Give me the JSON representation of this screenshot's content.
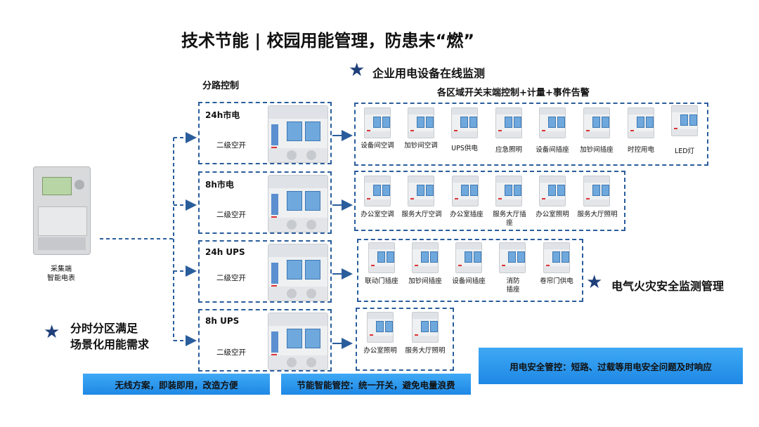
{
  "title": "技术节能 | 校园用能管理，防患未“燃”",
  "star_top": "企业用电设备在线监测",
  "branch_heading": "分路控制",
  "zone_heading": "各区域开关末端控制+计量+事件告警",
  "meter": {
    "line1": "采集端",
    "line2": "智能电表"
  },
  "left_star": {
    "line1": "分时分区满足",
    "line2": "场景化用能需求"
  },
  "right_star": "电气火灾安全监测管理",
  "branches": [
    {
      "label": "24h市电",
      "sub": "二级空开"
    },
    {
      "label": "8h市电",
      "sub": "二级空开"
    },
    {
      "label": "24h UPS",
      "sub": "二级空开"
    },
    {
      "label": "8h UPS",
      "sub": "二级空开"
    }
  ],
  "rows": [
    [
      "设备间空调",
      "加钞间空调",
      "UPS供电",
      "应急照明",
      "设备间插座",
      "加钞间插座",
      "时控用电",
      "LED灯"
    ],
    [
      "办公室空调",
      "服务大厅空调",
      "办公室插座",
      "服务大厅插座",
      "办公室照明",
      "服务大厅照明"
    ],
    [
      "联动门插座",
      "加钞间插座",
      "设备间插座",
      "消防插座",
      "卷帘门供电"
    ],
    [
      "办公室照明",
      "服务大厅照明"
    ]
  ],
  "banners": {
    "wireless": "无线方案，即装即用，改造方便",
    "energy": "节能智能管控：统一开关，避免电量浪费",
    "safety": "用电安全管控：短路、过载等用电安全问题及时响应"
  },
  "colors": {
    "accent": "#2a5d9c",
    "star": "#1f3f7a",
    "banner": "#2196f3"
  }
}
